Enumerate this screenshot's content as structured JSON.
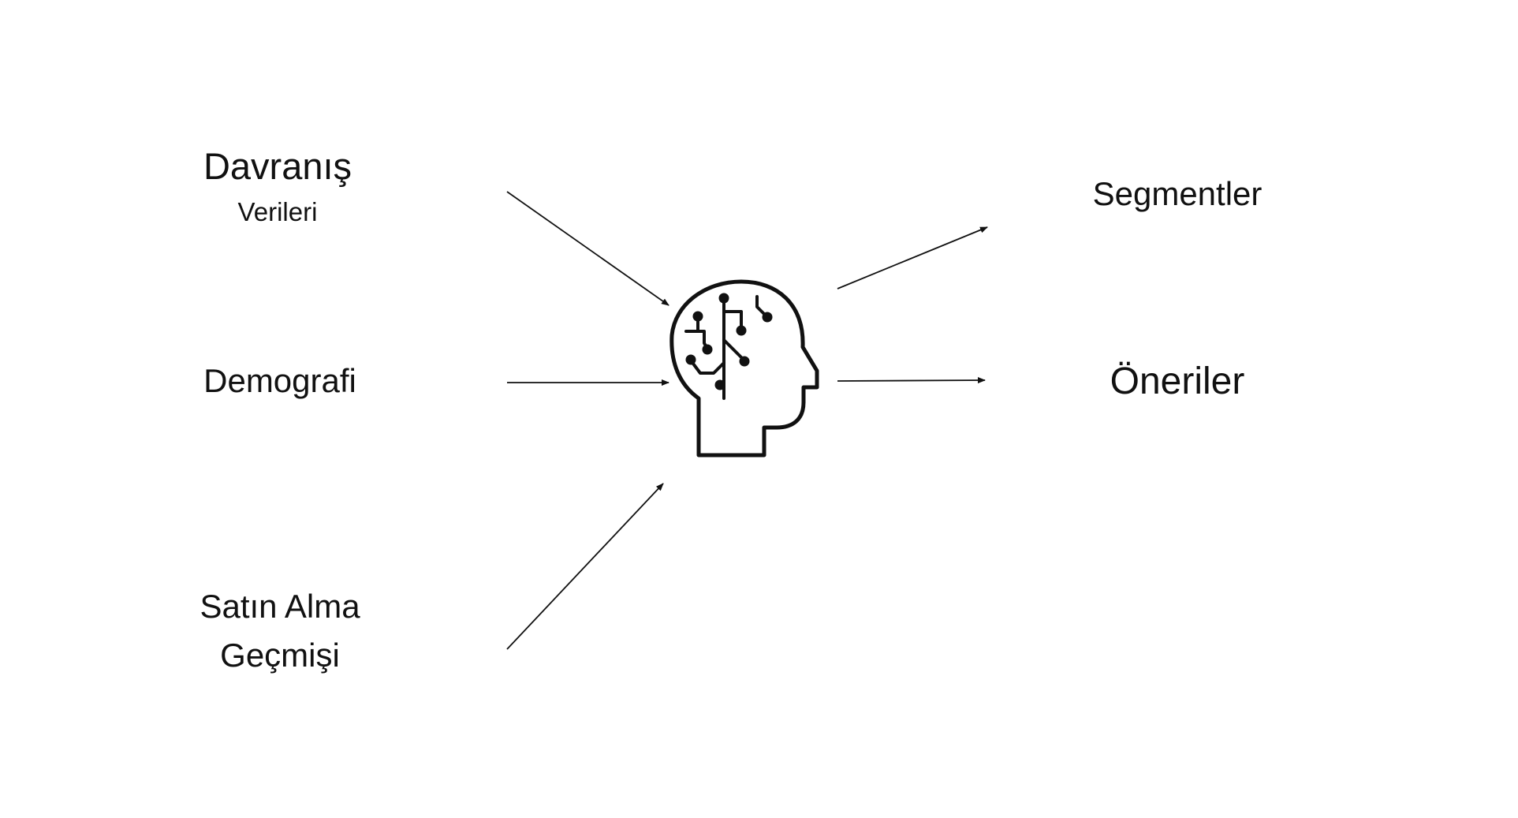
{
  "inputs": {
    "behavior": {
      "line1": "Davranış",
      "line2": "Verileri"
    },
    "demographic": {
      "label": "Demografi"
    },
    "purchase": {
      "line1": "Satın Alma",
      "line2": "Geçmişi"
    }
  },
  "outputs": {
    "segments": {
      "label": "Segmentler"
    },
    "recommendations": {
      "label": "Öneriler"
    }
  },
  "center": {
    "icon": "ai-brain-head-icon"
  },
  "colors": {
    "stroke": "#111111",
    "background": "#ffffff"
  }
}
